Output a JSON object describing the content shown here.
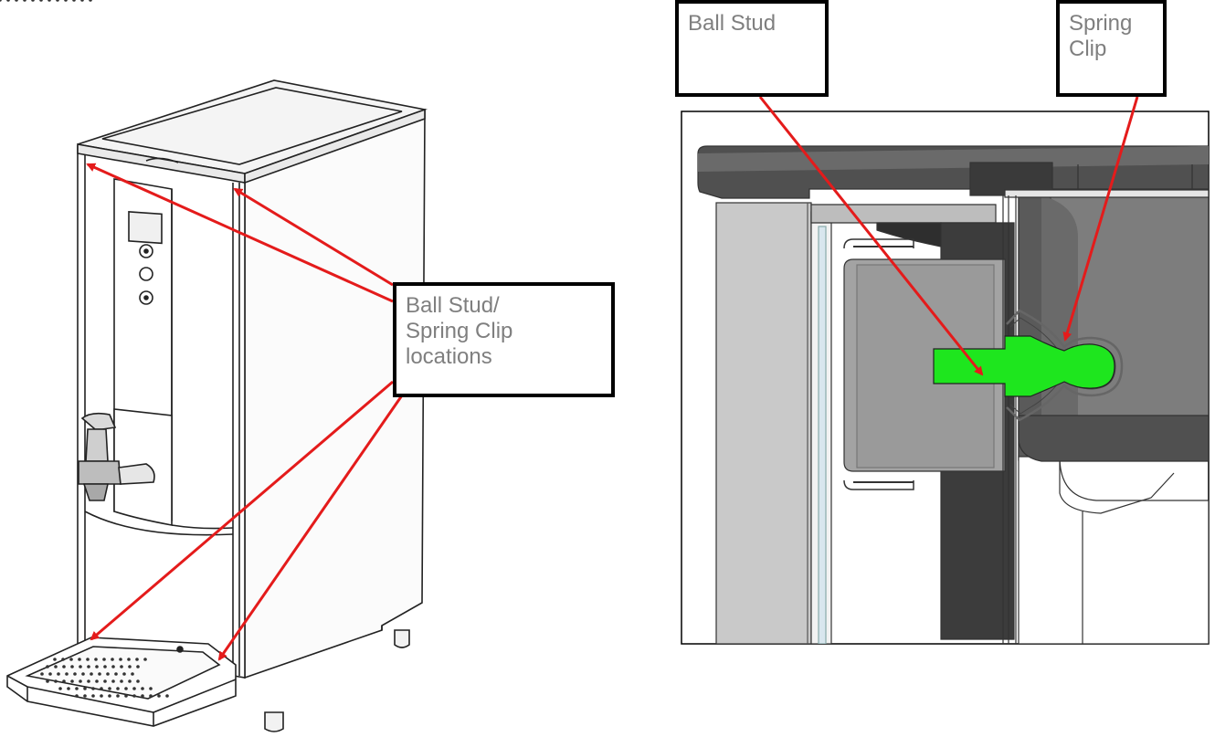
{
  "callouts": {
    "main": "Ball Stud/\nSpring Clip\nlocations",
    "ball_stud": "Ball Stud",
    "spring_clip": "Spring\nClip"
  },
  "colors": {
    "arrow": "#e41b1b",
    "highlight_stud": "#1ee61e",
    "outline": "#000000",
    "callout_text": "#7f7f7f"
  }
}
